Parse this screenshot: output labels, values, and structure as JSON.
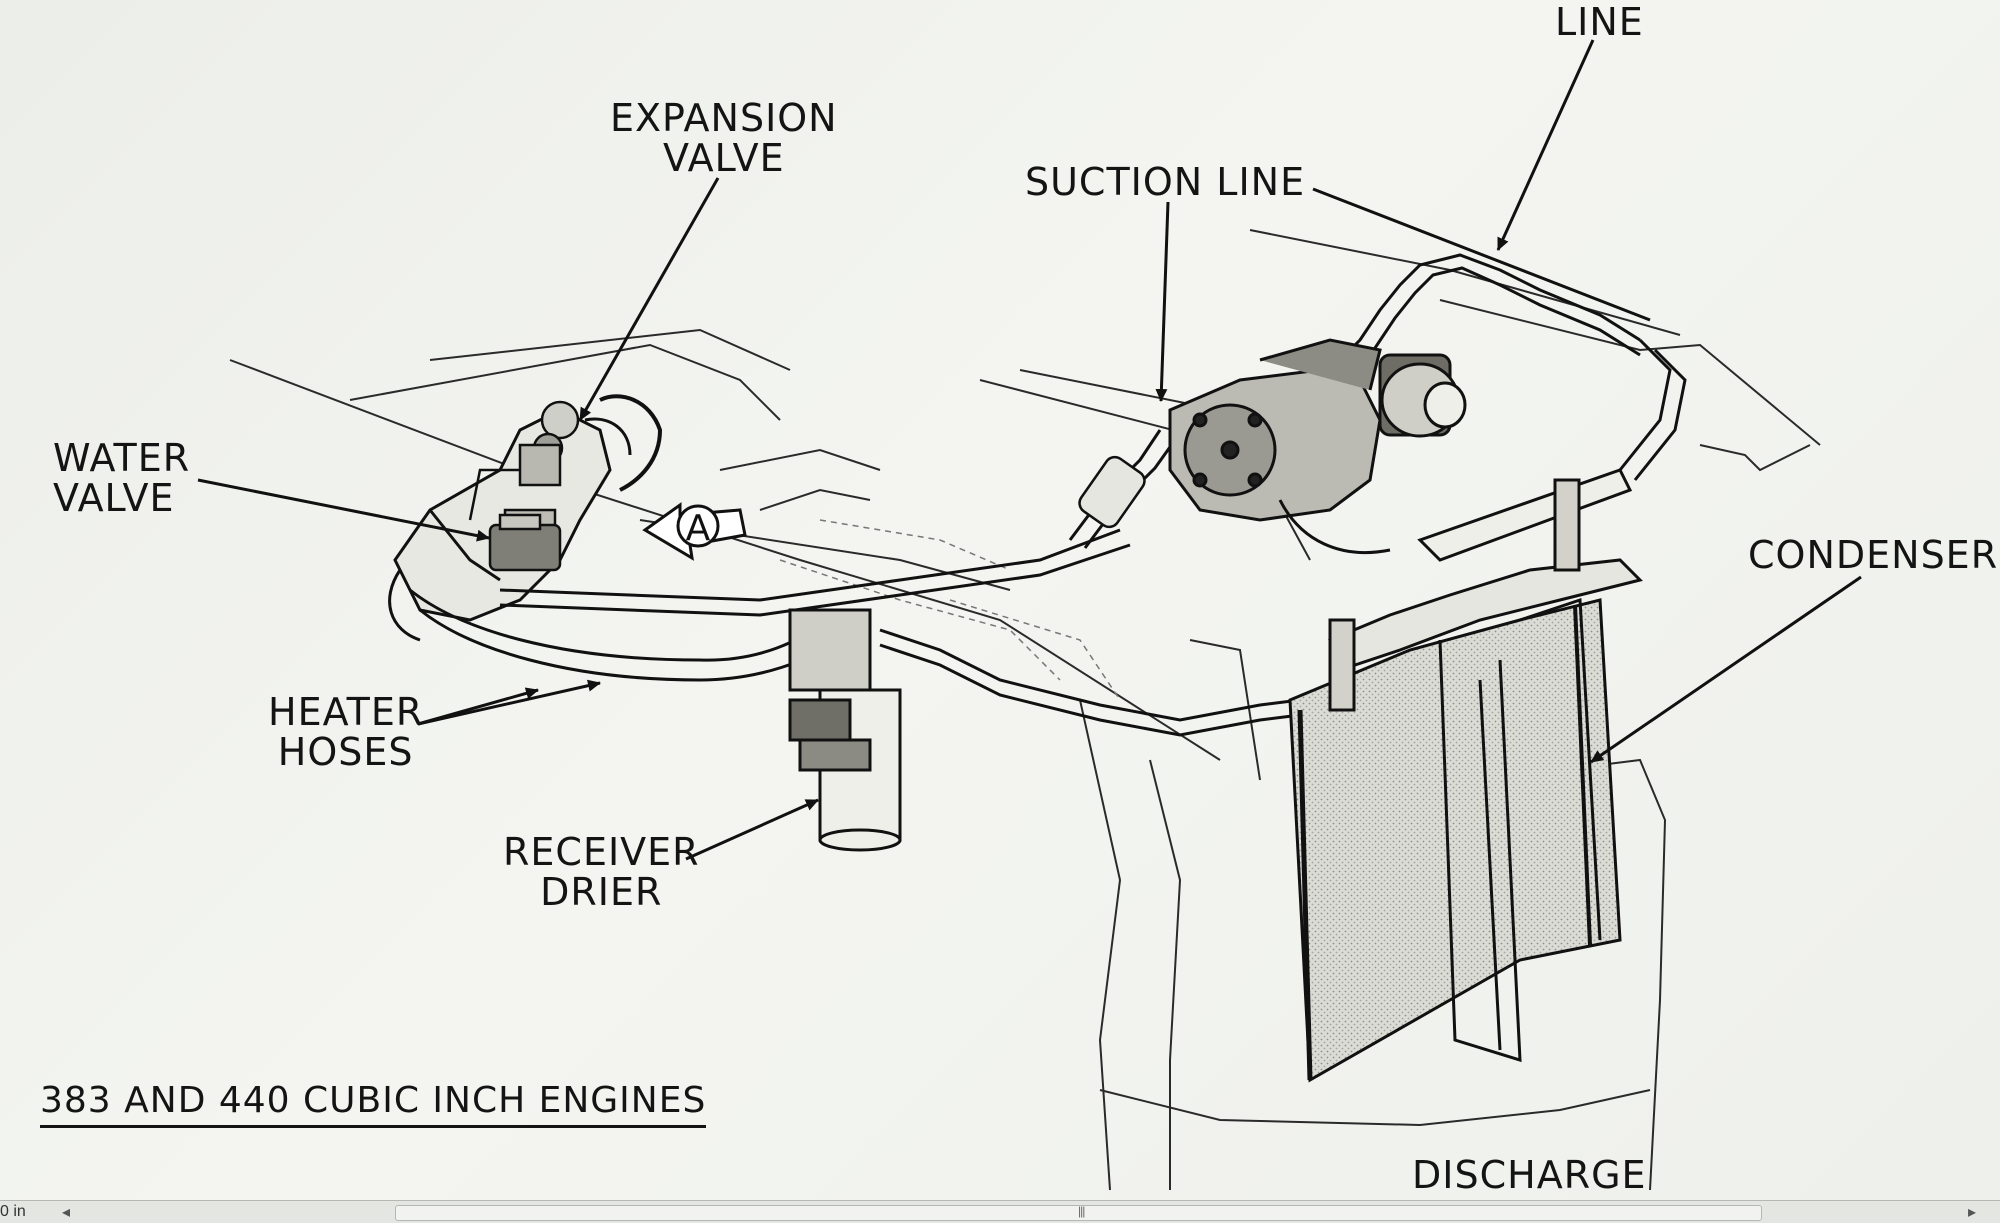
{
  "diagram": {
    "labels": {
      "line_top": "LINE",
      "expansion_valve": [
        "EXPANSION",
        "VALVE"
      ],
      "suction_line": "SUCTION  LINE",
      "water_valve": [
        "WATER",
        "VALVE"
      ],
      "condenser": "CONDENSER",
      "heater_hoses": [
        "HEATER",
        "HOSES"
      ],
      "receiver_drier": [
        "RECEIVER",
        "DRIER"
      ],
      "discharge": "DISCHARGE",
      "view_marker": "A"
    },
    "caption": "383  AND  440  CUBIC  INCH  ENGINES"
  },
  "status_bar": {
    "zoom_text": "0 in",
    "scroll_left_icon": "scroll-left-arrow-icon",
    "scroll_grip": "|||",
    "scroll_right_icon": "scroll-right-arrow-icon"
  }
}
